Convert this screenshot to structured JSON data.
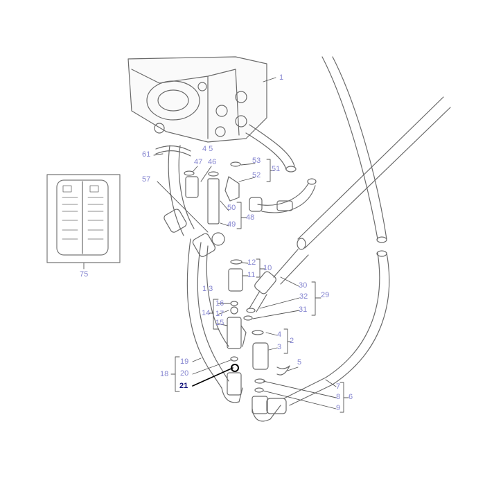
{
  "diagram": {
    "label_color": "#8585d0",
    "highlight_color": "#10107a",
    "line_color": "#6a6a6a",
    "labels": [
      "1",
      "4 5",
      "61",
      "47",
      "46",
      "53",
      "51",
      "52",
      "57",
      "50",
      "48",
      "49",
      "12",
      "10",
      "11",
      "1 3",
      "30",
      "32",
      "29",
      "31",
      "16",
      "14",
      "17",
      "15",
      "4",
      "2",
      "3",
      "5",
      "19",
      "18",
      "20",
      "21",
      "7",
      "8",
      "6",
      "9",
      "75"
    ],
    "highlighted_part": "21"
  }
}
